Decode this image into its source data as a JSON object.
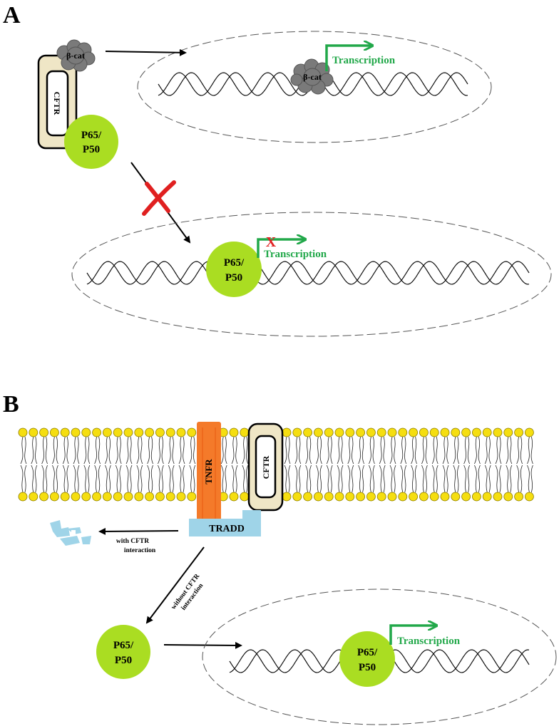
{
  "panels": {
    "a": "A",
    "b": "B"
  },
  "labels": {
    "beta_cat": "β-cat",
    "cftr": "CFTR",
    "p65": "P65/",
    "p50": "P50",
    "transcription": "Transcription",
    "block_mark": "X",
    "tnfr": "TNFR",
    "tradd": "TRADD",
    "with_cftr_line1": "with CFTR",
    "with_cftr_line2": "interaction",
    "without_cftr_line1": "without CFTR",
    "without_cftr_line2": "interaction"
  },
  "colors": {
    "nfkb": "#aadd22",
    "beta_cat": "#7a7a7a",
    "cftr_fill": "#efe6c6",
    "transcription": "#22a84a",
    "block": "#e02020",
    "tnfr": "#f47a2a",
    "tradd": "#9fd4e8",
    "lipid_head": "#f5de10"
  }
}
